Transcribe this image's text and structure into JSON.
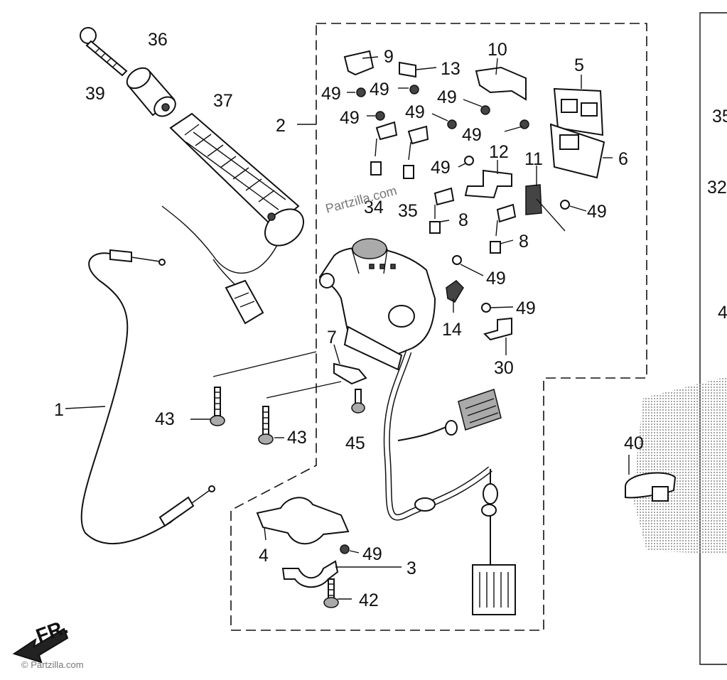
{
  "diagram": {
    "watermarks": [
      "Partzilla.com",
      "© Partzilla.com"
    ],
    "direction_label": "FR.",
    "callouts": [
      {
        "id": "c39",
        "text": "39"
      },
      {
        "id": "c36",
        "text": "36"
      },
      {
        "id": "c37",
        "text": "37"
      },
      {
        "id": "c1",
        "text": "1"
      },
      {
        "id": "c2",
        "text": "2"
      },
      {
        "id": "c9",
        "text": "9"
      },
      {
        "id": "c13",
        "text": "13"
      },
      {
        "id": "c10",
        "text": "10"
      },
      {
        "id": "c5",
        "text": "5"
      },
      {
        "id": "c6",
        "text": "6"
      },
      {
        "id": "c12",
        "text": "12"
      },
      {
        "id": "c11",
        "text": "11"
      },
      {
        "id": "c34",
        "text": "34"
      },
      {
        "id": "c35",
        "text": "35"
      },
      {
        "id": "c8a",
        "text": "8"
      },
      {
        "id": "c8b",
        "text": "8"
      },
      {
        "id": "c14",
        "text": "14"
      },
      {
        "id": "c30",
        "text": "30"
      },
      {
        "id": "c7",
        "text": "7"
      },
      {
        "id": "c43a",
        "text": "43"
      },
      {
        "id": "c43b",
        "text": "43"
      },
      {
        "id": "c45",
        "text": "45"
      },
      {
        "id": "c4",
        "text": "4"
      },
      {
        "id": "c3",
        "text": "3"
      },
      {
        "id": "c42",
        "text": "42"
      },
      {
        "id": "c40",
        "text": "40"
      },
      {
        "id": "c49a",
        "text": "49"
      },
      {
        "id": "c49b",
        "text": "49"
      },
      {
        "id": "c49c",
        "text": "49"
      },
      {
        "id": "c49d",
        "text": "49"
      },
      {
        "id": "c49e",
        "text": "49"
      },
      {
        "id": "c49f",
        "text": "49"
      },
      {
        "id": "c49g",
        "text": "49"
      },
      {
        "id": "c49h",
        "text": "49"
      },
      {
        "id": "c49i",
        "text": "49"
      },
      {
        "id": "c49j",
        "text": "49"
      },
      {
        "id": "c49k",
        "text": "49"
      },
      {
        "id": "r35",
        "text": "35"
      },
      {
        "id": "r32",
        "text": "32"
      },
      {
        "id": "r4",
        "text": "4"
      }
    ]
  }
}
